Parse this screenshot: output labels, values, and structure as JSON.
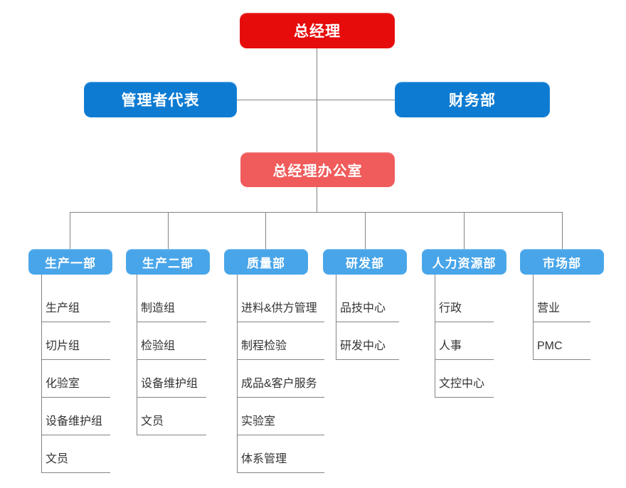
{
  "diagram_type": "org-chart",
  "colors": {
    "top_node_bg": "#e60c0c",
    "level2_node_bg": "#0d7bd2",
    "office_node_bg": "#f05b5b",
    "department_node_bg": "#48a5e9",
    "node_text": "#ffffff",
    "connector": "#848484",
    "item_text": "#333333",
    "background": "#ffffff"
  },
  "nodes": {
    "general_manager": {
      "label": "总经理"
    },
    "management_rep": {
      "label": "管理者代表"
    },
    "finance_dept": {
      "label": "财务部"
    },
    "gm_office": {
      "label": "总经理办公室"
    }
  },
  "departments": [
    {
      "label": "生产一部",
      "items": [
        "生产组",
        "切片组",
        "化验室",
        "设备维护组",
        "文员"
      ]
    },
    {
      "label": "生产二部",
      "items": [
        "制造组",
        "检验组",
        "设备维护组",
        "文员"
      ]
    },
    {
      "label": "质量部",
      "items": [
        "进料&供方管理",
        "制程检验",
        "成品&客户服务",
        "实验室",
        "体系管理"
      ]
    },
    {
      "label": "研发部",
      "items": [
        "品技中心",
        "研发中心"
      ]
    },
    {
      "label": "人力资源部",
      "items": [
        "行政",
        "人事",
        "文控中心"
      ]
    },
    {
      "label": "市场部",
      "items": [
        "营业",
        "PMC"
      ]
    }
  ]
}
